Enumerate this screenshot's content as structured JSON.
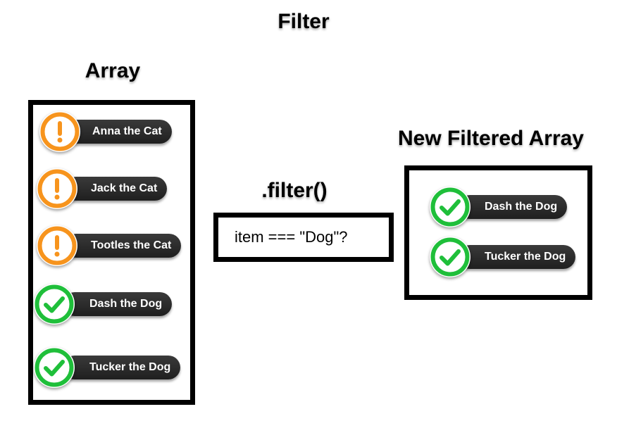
{
  "title": "Filter",
  "array_section": {
    "heading": "Array",
    "items": [
      {
        "label": "Anna the Cat",
        "status": "warning"
      },
      {
        "label": "Jack the Cat",
        "status": "warning"
      },
      {
        "label": "Tootles the Cat",
        "status": "warning"
      },
      {
        "label": "Dash the Dog",
        "status": "match"
      },
      {
        "label": "Tucker the Dog",
        "status": "match"
      }
    ]
  },
  "filter_section": {
    "heading": ".filter()",
    "condition": "item === \"Dog\"?"
  },
  "result_section": {
    "heading": "New Filtered Array",
    "items": [
      {
        "label": "Dash the Dog",
        "status": "match"
      },
      {
        "label": "Tucker the Dog",
        "status": "match"
      }
    ]
  },
  "colors": {
    "warning": "#f7941d",
    "match": "#1fbf3a",
    "pill": "#2a2a2a",
    "border": "#000000"
  },
  "icons": {
    "warning": "exclamation-icon",
    "match": "checkmark-icon"
  }
}
